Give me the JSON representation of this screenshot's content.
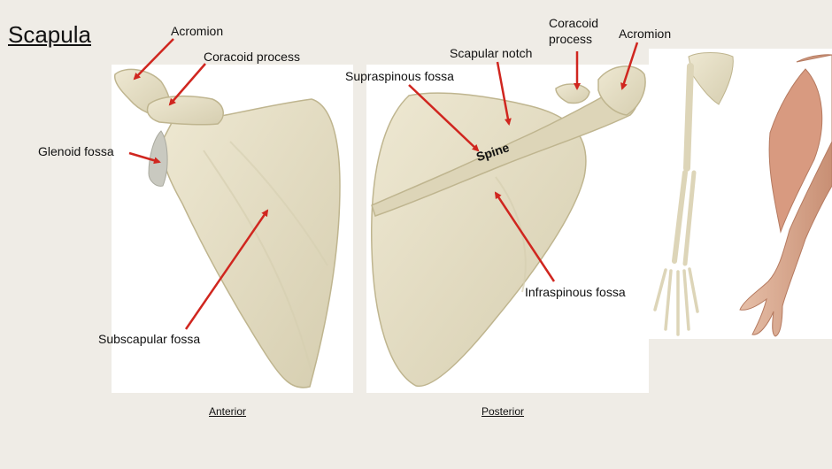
{
  "title": "Scapula",
  "labels": {
    "acromion_left": "Acromion",
    "coracoid_left": "Coracoid process",
    "glenoid": "Glenoid fossa",
    "subscapular": "Subscapular fossa",
    "supraspinous": "Supraspinous fossa",
    "scapular_notch": "Scapular notch",
    "coracoid_right_1": "Coracoid",
    "coracoid_right_2": "process",
    "acromion_right": "Acromion",
    "spine": "Spine",
    "infraspinous": "Infraspinous fossa"
  },
  "views": {
    "anterior": "Anterior",
    "posterior": "Posterior"
  },
  "colors": {
    "background": "#efece6",
    "bone": "#e7e0c6",
    "bone_shade": "#cfc6a6",
    "arrow": "#d0261f",
    "skin": "#d8a78d"
  }
}
